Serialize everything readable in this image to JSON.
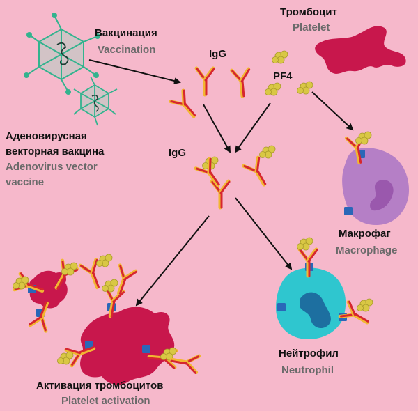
{
  "labels": {
    "vaccination_ru": "Вакцинация",
    "vaccination_en": "Vaccination",
    "igg_top": "IgG",
    "pf4": "PF4",
    "platelet_ru": "Тромбоцит",
    "platelet_en": "Platelet",
    "adeno_ru_line1": "Аденовирусная",
    "adeno_ru_line2": "векторная вакцина",
    "adeno_en_line1": "Adenovirus vector",
    "adeno_en_line2": "vaccine",
    "igg_mid": "IgG",
    "macrophage_ru": "Макрофаг",
    "macrophage_en": "Macrophage",
    "neutrophil_ru": "Нейтрофил",
    "neutrophil_en": "Neutrophil",
    "activation_ru": "Активация тромбоцитов",
    "activation_en": "Platelet activation"
  },
  "colors": {
    "background": "#f6b8cb",
    "virus": "#33b38e",
    "antibody_red": "#d6262f",
    "antibody_yellow": "#f2b632",
    "pf4": "#d9c744",
    "platelet": "#c8174c",
    "macrophage": "#b57fc6",
    "macrophage_nucleus": "#9a58ad",
    "neutrophil": "#2fc6cf",
    "neutrophil_nucleus": "#1d6fa0",
    "receptor": "#2a67b8",
    "arrow": "#111111"
  }
}
